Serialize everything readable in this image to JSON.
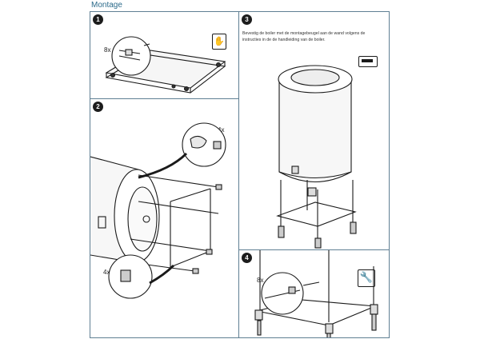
{
  "header": {
    "title": "Montage"
  },
  "steps": [
    {
      "number": "1",
      "qty": "8x"
    },
    {
      "number": "2",
      "qty_top": "4x",
      "qty_bottom": "4x"
    },
    {
      "number": "3",
      "instruction": "Bevestig de boiler met de montagebeugel aan de wand volgens de instructies in de de handleiding van de boiler."
    },
    {
      "number": "4",
      "qty": "8x"
    }
  ],
  "icons": {
    "step1": "hand-tighten-icon",
    "step3": "wall-bracket-icon",
    "step4": "wrench-icon"
  },
  "colors": {
    "frame": "#5f7f93",
    "title": "#2b6a8a",
    "line": "#1a1a1a"
  }
}
